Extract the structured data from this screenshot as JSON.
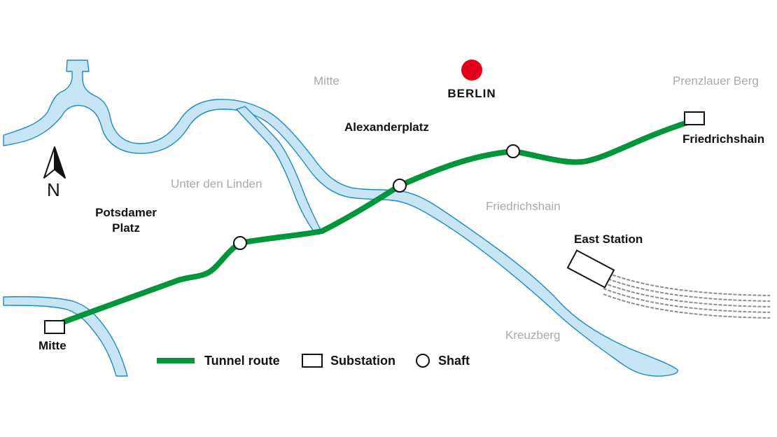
{
  "map": {
    "title": "",
    "city": {
      "label": "BERLIN",
      "marker_color": "#e2001a"
    },
    "north_label": "N",
    "districts": {
      "mitte": "Mitte",
      "prenzlauer_berg": "Prenzlauer Berg",
      "unter_den_linden": "Unter den Linden",
      "friedrichshain": "Friedrichshain",
      "kreuzberg": "Kreuzberg"
    },
    "places": {
      "alexanderplatz": "Alexanderplatz",
      "potsdamer_platz": [
        "Potsdamer",
        "Platz"
      ],
      "east_station": "East Station"
    },
    "substations": {
      "west": "Mitte",
      "east": "Friedrichshain"
    },
    "colors": {
      "tunnel": "#00953a",
      "water": "#c7e5f5",
      "water_outline": "#1e88c7",
      "district_text": "#a7a9ac",
      "rail": "#8a8c8e"
    }
  },
  "legend": {
    "tunnel_route": "Tunnel route",
    "substation": "Substation",
    "shaft": "Shaft"
  }
}
